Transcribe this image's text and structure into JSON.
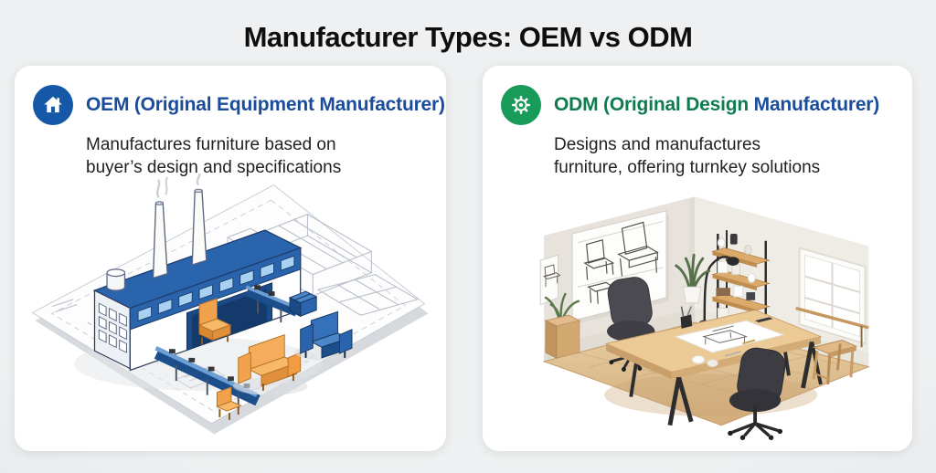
{
  "page": {
    "title": "Manufacturer Types: OEM vs ODM",
    "background_color": "#e9ebed"
  },
  "cards": {
    "oem": {
      "icon": "home-icon",
      "icon_bg_color": "#1558a7",
      "title": "OEM (Original Equipment Manufacturer)",
      "title_color": "#1a4c9c",
      "description": [
        "Manufactures furniture based on",
        "buyer’s design and specifications"
      ],
      "illustration_alt": "Isometric blue factory with chimneys, conveyors and orange and blue furniture on a blueprint sheet"
    },
    "odm": {
      "icon": "gear-icon",
      "icon_bg_color": "#189a58",
      "title_green_part": "ODM (Original Design ",
      "title_blue_part": "Manufacturer)",
      "title_green_color": "#0f7b51",
      "title_blue_color": "#1a4c9c",
      "description": [
        "Designs and manufactures",
        "furniture, offering turnkey solutions"
      ],
      "illustration_alt": "Isometric design studio with chair sketches on wall, shelf, window, desk with drawings and office chairs"
    }
  },
  "accent_colors": {
    "factory_blue": "#2a64ad",
    "furniture_orange": "#f2a24d",
    "wood": "#dcb98c"
  }
}
